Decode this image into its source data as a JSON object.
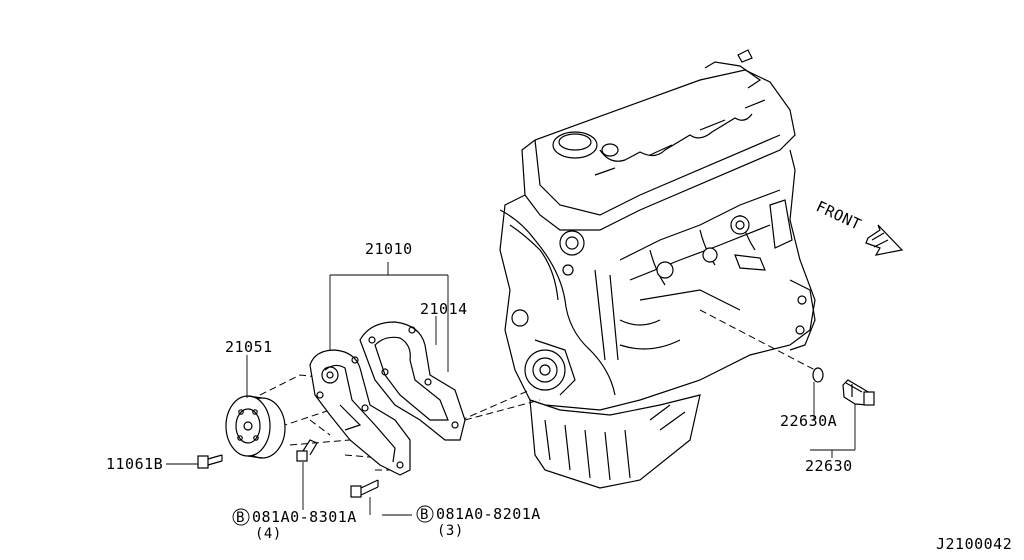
{
  "labels": {
    "water_pump_assy": "21010",
    "gasket": "21014",
    "pulley": "21051",
    "pulley_bolt": "11061B",
    "bolt_a_code": "081A0-8301A",
    "bolt_a_qty": "(4)",
    "bolt_b_code": "081A0-8201A",
    "bolt_b_qty": "(3)",
    "sensor_washer": "22630A",
    "sensor": "22630",
    "front": "FRONT",
    "diagram_id": "J2100042",
    "circle_b": "B"
  }
}
